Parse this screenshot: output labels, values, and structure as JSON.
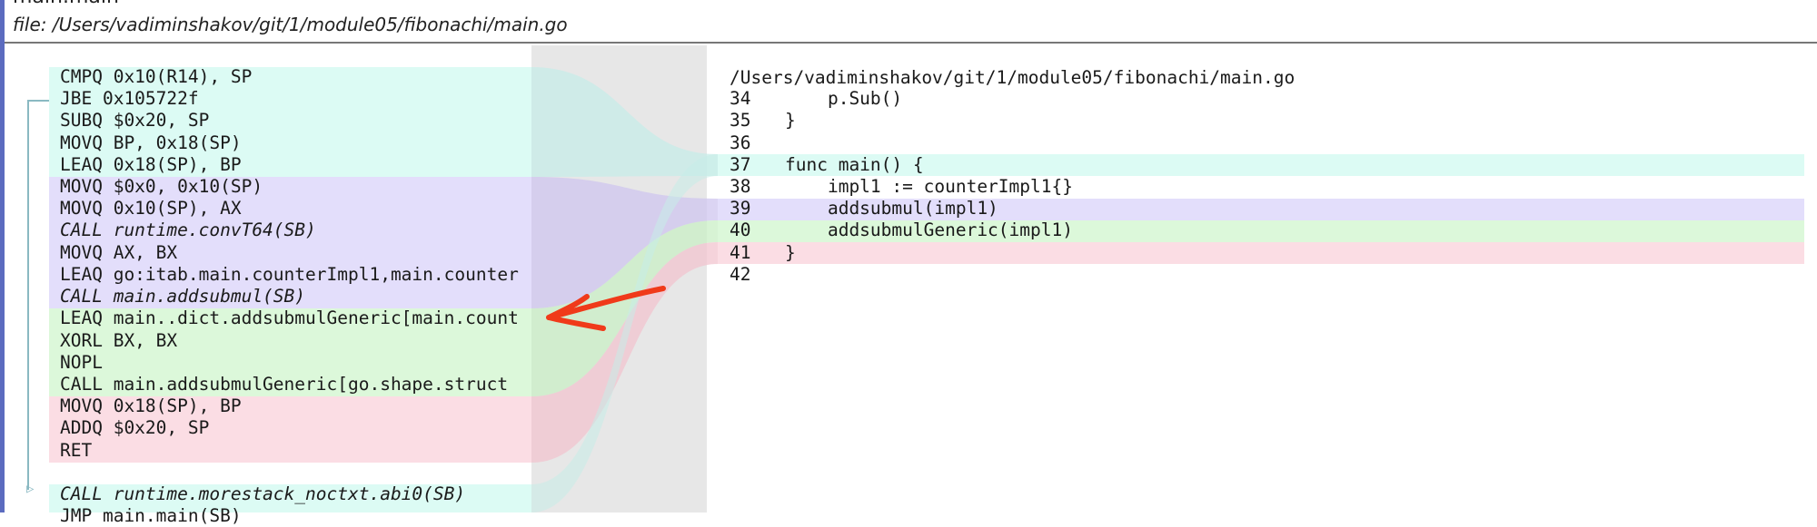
{
  "window": {
    "title": "main.main",
    "file_label": "file: /Users/vadiminshakov/git/1/module05/fibonachi/main.go"
  },
  "colors": {
    "cyan": "#dcfbf4",
    "purple": "#e3defb",
    "green": "#dcf8da",
    "pink": "#fbdde4",
    "gray_column": "#e7e7e7",
    "annotation_arrow": "#f03a1a"
  },
  "assembly": [
    {
      "text": "CMPQ 0x10(R14), SP",
      "group": "cyan",
      "italic": false
    },
    {
      "text": "JBE 0x105722f",
      "group": "cyan",
      "italic": false
    },
    {
      "text": "SUBQ $0x20, SP",
      "group": "cyan",
      "italic": false
    },
    {
      "text": "MOVQ BP, 0x18(SP)",
      "group": "cyan",
      "italic": false
    },
    {
      "text": "LEAQ 0x18(SP), BP",
      "group": "cyan",
      "italic": false
    },
    {
      "text": "MOVQ $0x0, 0x10(SP)",
      "group": "purple",
      "italic": false
    },
    {
      "text": "MOVQ 0x10(SP), AX",
      "group": "purple",
      "italic": false
    },
    {
      "text": "CALL runtime.convT64(SB)",
      "group": "purple",
      "italic": true
    },
    {
      "text": "MOVQ AX, BX",
      "group": "purple",
      "italic": false
    },
    {
      "text": "LEAQ go:itab.main.counterImpl1,main.counter",
      "group": "purple",
      "italic": false
    },
    {
      "text": "CALL main.addsubmul(SB)",
      "group": "purple",
      "italic": true
    },
    {
      "text": "LEAQ main..dict.addsubmulGeneric[main.count",
      "group": "green",
      "italic": false
    },
    {
      "text": "XORL BX, BX",
      "group": "green",
      "italic": false
    },
    {
      "text": "NOPL",
      "group": "green",
      "italic": false
    },
    {
      "text": "CALL main.addsubmulGeneric[go.shape.struct",
      "group": "green",
      "italic": false
    },
    {
      "text": "MOVQ 0x18(SP), BP",
      "group": "pink",
      "italic": false
    },
    {
      "text": "ADDQ $0x20, SP",
      "group": "pink",
      "italic": false
    },
    {
      "text": "RET",
      "group": "pink",
      "italic": false
    },
    {
      "text": "",
      "group": "none",
      "italic": false
    },
    {
      "text": "CALL runtime.morestack_noctxt.abi0(SB)",
      "group": "cyan",
      "italic": true
    },
    {
      "text": "JMP main.main(SB)",
      "group": "cyan",
      "italic": false
    }
  ],
  "source": {
    "path": "/Users/vadiminshakov/git/1/module05/fibonachi/main.go",
    "lines": [
      {
        "num": "34",
        "code": "    p.Sub()",
        "group": "none"
      },
      {
        "num": "35",
        "code": "}",
        "group": "none"
      },
      {
        "num": "36",
        "code": "",
        "group": "none"
      },
      {
        "num": "37",
        "code": "func main() {",
        "group": "cyan"
      },
      {
        "num": "38",
        "code": "    impl1 := counterImpl1{}",
        "group": "none"
      },
      {
        "num": "39",
        "code": "    addsubmul(impl1)",
        "group": "purple"
      },
      {
        "num": "40",
        "code": "    addsubmulGeneric(impl1)",
        "group": "green"
      },
      {
        "num": "41",
        "code": "}",
        "group": "pink"
      },
      {
        "num": "42",
        "code": "",
        "group": "none"
      }
    ]
  }
}
